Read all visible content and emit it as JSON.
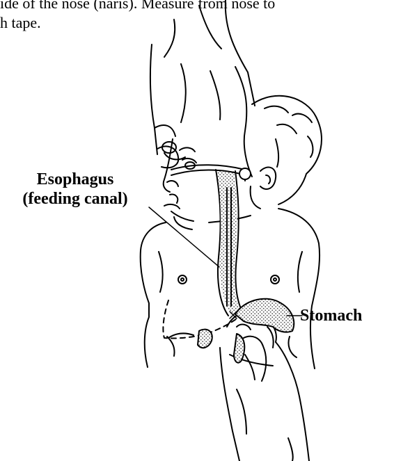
{
  "intro_text": {
    "line1_fragment": "ide of the nose (naris). Measure from nose to",
    "line2_fragment": "h tape."
  },
  "labels": {
    "esophagus_line1": "Esophagus",
    "esophagus_line2": "(feeding canal)",
    "stomach": "Stomach"
  }
}
